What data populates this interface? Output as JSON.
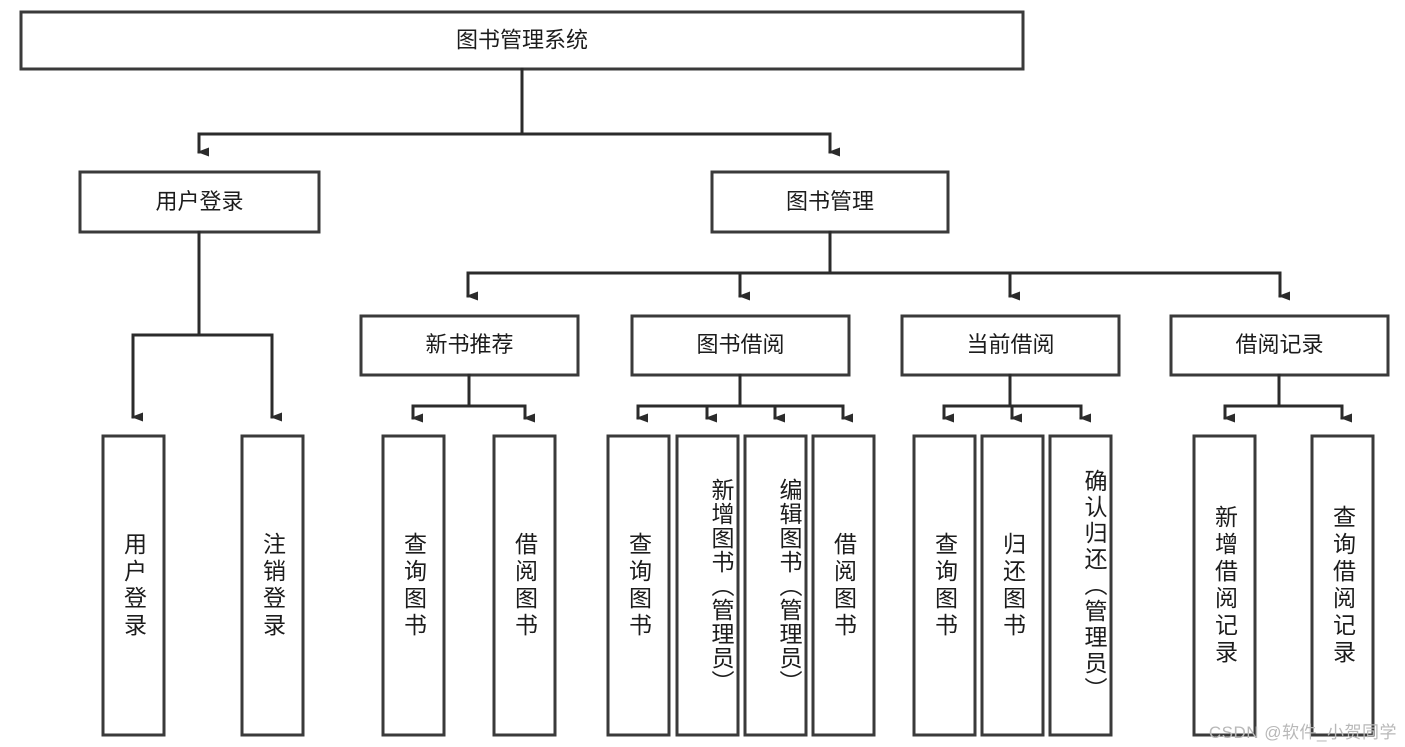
{
  "diagram": {
    "title": "图书管理系统",
    "type": "tree-hierarchy-chart",
    "root": {
      "label": "图书管理系统"
    },
    "level2": [
      {
        "label": "用户登录"
      },
      {
        "label": "图书管理"
      }
    ],
    "level3": [
      {
        "label": "新书推荐"
      },
      {
        "label": "图书借阅"
      },
      {
        "label": "当前借阅"
      },
      {
        "label": "借阅记录"
      }
    ],
    "leaves": {
      "user_login": [
        {
          "label": "用户登录"
        },
        {
          "label": "注销登录"
        }
      ],
      "new_book_recommend": [
        {
          "label": "查询图书"
        },
        {
          "label": "借阅图书"
        }
      ],
      "book_borrow": [
        {
          "label": "查询图书"
        },
        {
          "label": "新增图书（管理员）"
        },
        {
          "label": "编辑图书（管理员）"
        },
        {
          "label": "借阅图书"
        }
      ],
      "current_borrow": [
        {
          "label": "查询图书"
        },
        {
          "label": "归还图书"
        },
        {
          "label": "确认归还（管理员）"
        }
      ],
      "borrow_record": [
        {
          "label": "新增借阅记录"
        },
        {
          "label": "查询借阅记录"
        }
      ]
    }
  },
  "watermark": {
    "text": "CSDN @软件_小贺同学"
  },
  "colors": {
    "box_stroke": "#3a3a3a",
    "connector": "#2b2b2b",
    "text": "#1c1c1c",
    "background": "#ffffff",
    "watermark": "#b8b8b8"
  }
}
